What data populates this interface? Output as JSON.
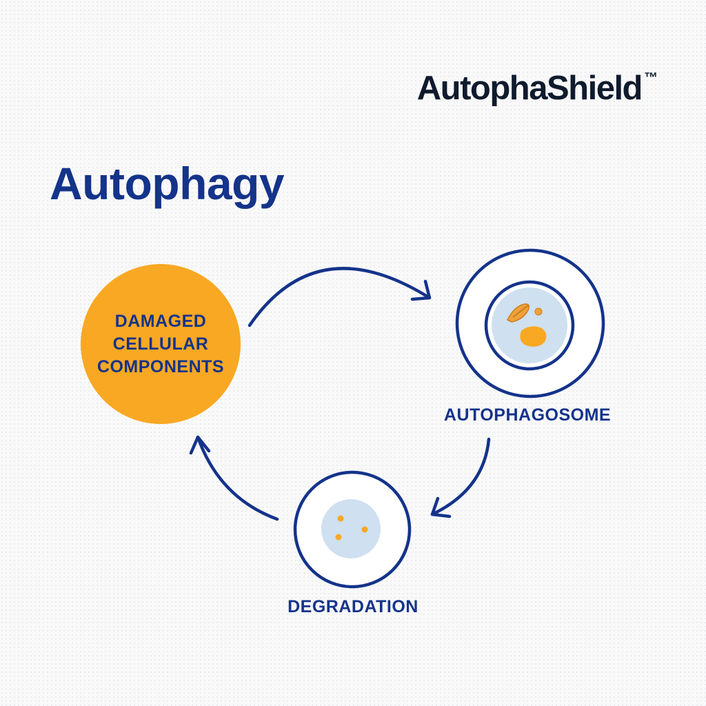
{
  "brand": {
    "name": "AutophaShield",
    "trademark": "™"
  },
  "title": "Autophagy",
  "stages": {
    "damaged": {
      "lines": [
        "DAMAGED",
        "CELLULAR",
        "COMPONENTS"
      ]
    },
    "autophagosome": {
      "label": "AUTOPHAGOSOME"
    },
    "degradation": {
      "label": "DEGRADATION"
    }
  },
  "colors": {
    "navy": "#14338a",
    "orange": "#f9a823",
    "light_blue": "#cfe0f0",
    "brand_text": "#0f1b2d"
  }
}
